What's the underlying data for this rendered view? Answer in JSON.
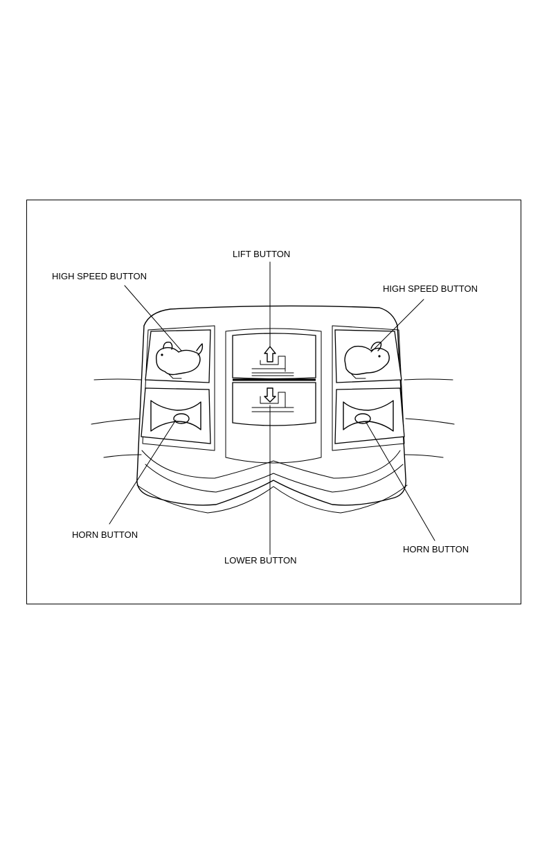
{
  "figure": {
    "labels": {
      "lift": "LIFT BUTTON",
      "lower": "LOWER BUTTON",
      "high_speed_left": "HIGH SPEED BUTTON",
      "high_speed_right": "HIGH SPEED BUTTON",
      "horn_left": "HORN BUTTON",
      "horn_right": "HORN BUTTON"
    },
    "icons": {
      "high_speed": "rabbit-icon",
      "horn": "horn-icon",
      "lift": "lift-up-arrow-icon",
      "lower": "lower-down-arrow-icon"
    }
  }
}
